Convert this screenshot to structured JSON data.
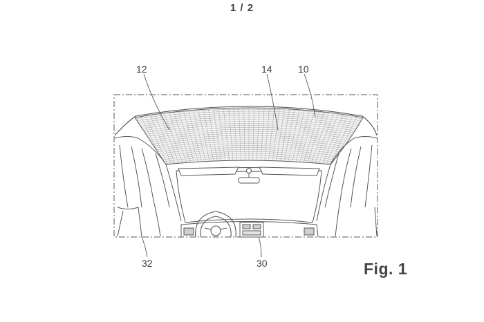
{
  "page_number": "1 / 2",
  "figure_label": "Fig. 1",
  "reference_numerals": {
    "glass_roof_left": "12",
    "grid_pane": "14",
    "glass_roof_right": "10",
    "a_pillar": "32",
    "dashboard": "30"
  }
}
